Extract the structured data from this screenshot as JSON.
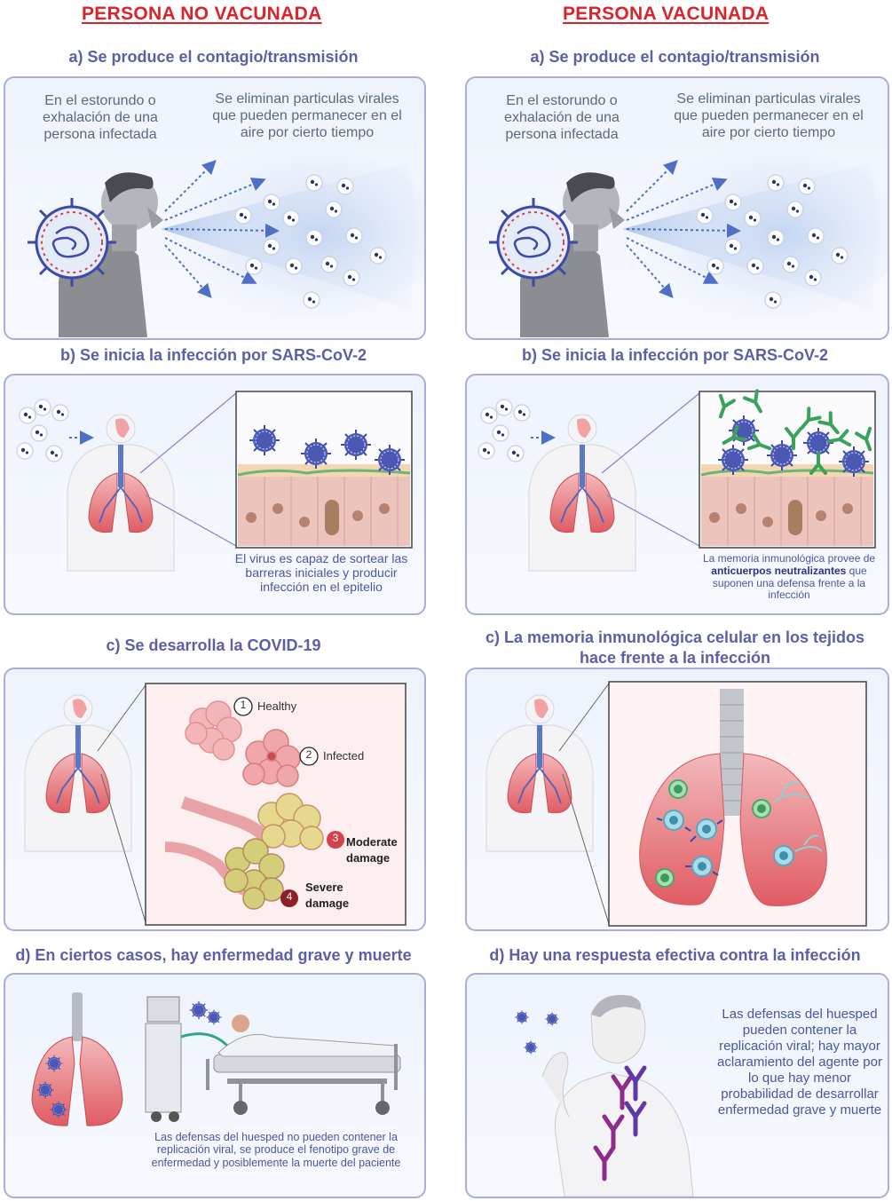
{
  "headers": {
    "left": "PERSONA NO VACUNADA",
    "right": "PERSONA VACUNADA"
  },
  "left": {
    "a_title": "a) Se produce el contagio/transmisión",
    "a_text1": "En el estorundo o exhalación de una persona infectada",
    "a_text2": "Se eliminan particulas virales que pueden permanecer en el aire por cierto tiempo",
    "b_title": "b) Se inicia la infección por SARS-CoV-2",
    "b_caption": "El virus es capaz de sortear las barreras iniciales y producir infección en el epitelio",
    "c_title": "c) Se desarrolla la COVID-19",
    "c_labels": {
      "n1": "1",
      "l1": "Healthy",
      "n2": "2",
      "l2": "Infected",
      "n3": "3",
      "l3a": "Moderate",
      "l3b": "damage",
      "n4": "4",
      "l4a": "Severe",
      "l4b": "damage"
    },
    "d_title": "d) En ciertos casos, hay enfermedad grave y muerte",
    "d_caption": "Las defensas del huesped no pueden contener la replicación viral, se produce el fenotipo grave de enfermedad y posiblemente la muerte del paciente"
  },
  "right": {
    "a_title": "a) Se produce el contagio/transmisión",
    "a_text1": "En el estorundo o exhalación de una persona infectada",
    "a_text2": "Se eliminan particulas virales que pueden permanecer en el aire por cierto tiempo",
    "b_title": "b) Se inicia la infección por SARS-CoV-2",
    "b_caption_1": "La memoria inmunológica provee de ",
    "b_caption_bold": "anticuerpos neutralizantes",
    "b_caption_2": " que suponen una defensa frente a la infección",
    "c_title_1": "c) La memoria inmunológica celular en los tejidos",
    "c_title_2": "hace frente a la infección",
    "d_title": "d) Hay una respuesta efectiva contra la infección",
    "d_caption": "Las defensas del huesped pueden contener la replicación viral; hay mayor aclaramiento del agente por lo que hay menor probabilidad de desarrollar enfermedad grave y muerte"
  },
  "colors": {
    "header_red": "#d8242a",
    "title_purple": "#5b5fa6",
    "panel_border": "#a9aed8",
    "virus_blue": "#3d4aa8",
    "antibody_green": "#3aa35b",
    "lung_red": "#e46a6f"
  },
  "icons": [
    "virus-icon",
    "person-sneezing-icon",
    "aerosol-cloud-icon",
    "respiratory-system-icon",
    "epithelium-icon",
    "antibody-icon",
    "alveoli-icon",
    "lungs-icon",
    "hospital-bed-icon",
    "coughing-man-icon"
  ]
}
